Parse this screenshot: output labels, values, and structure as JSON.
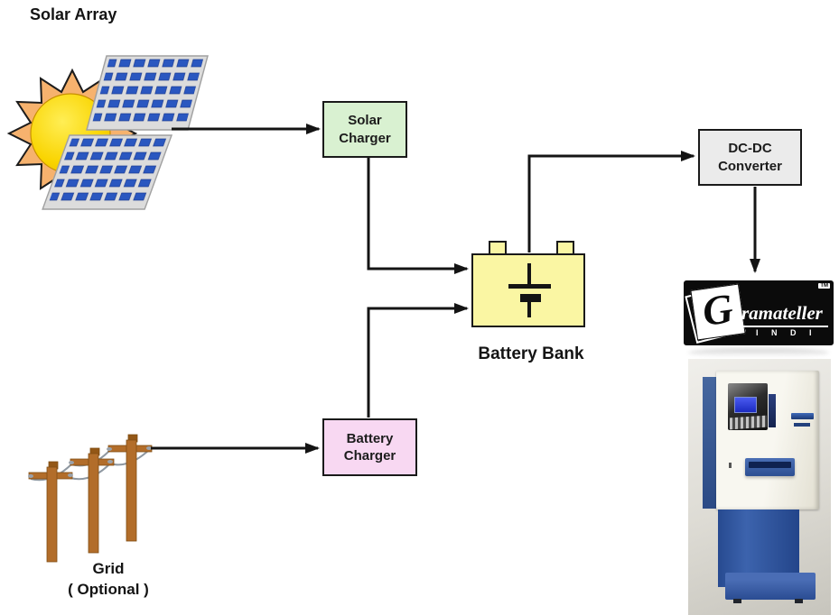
{
  "diagram": {
    "solar_array_label": "Solar Array",
    "battery_bank_label": "Battery Bank",
    "grid_label": "Grid",
    "grid_optional_label": "( Optional )"
  },
  "boxes": {
    "solar_charger": {
      "line1": "Solar",
      "line2": "Charger"
    },
    "dcdc_converter": {
      "line1": "DC-DC",
      "line2": "Converter"
    },
    "battery_charger": {
      "line1": "Battery",
      "line2": "Charger"
    }
  },
  "logo": {
    "initial": "G",
    "wordmark": "ramateller",
    "subtitle": "I N D I",
    "trademark": "TM"
  },
  "icons": {
    "sun": "sun-icon",
    "solar_panels": "solar-panel-icon",
    "battery": "battery-symbol-icon",
    "power_poles": "power-line-icon",
    "atm": "atm-machine-photo"
  },
  "colors": {
    "solar_charger_bg": "#d9f1d1",
    "dcdc_converter_bg": "#ebebeb",
    "battery_charger_bg": "#f8d8f2",
    "battery_bank_bg": "#faf6a3",
    "connector_line": "#141414",
    "logo_bg": "#0b0b0b",
    "panel_cell_blue": "#2a57c0",
    "pole_brown": "#b26d2a"
  }
}
